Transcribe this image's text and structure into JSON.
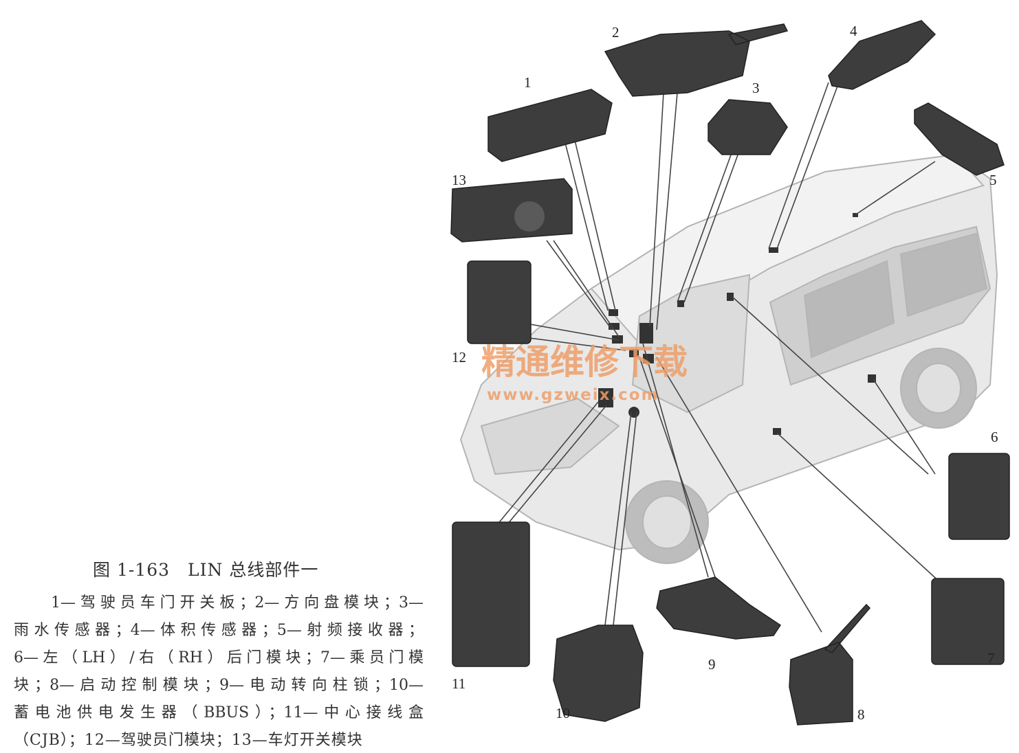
{
  "figure": {
    "title": "图 1-163　LIN 总线部件一",
    "caption_lines": [
      "1—驾驶员车门开关板；2—方向盘模块；3—",
      "雨水传感器；4—体积传感器；5—射频接收器；",
      "6—左（LH）/右（RH）后门模块；7—乘员门模",
      "块；8—启动控制模块；9—电动转向柱锁；10—",
      "蓄电池供电发生器（BBUS）；11—中心接线盒",
      "（CJB）；12—驾驶员门模块；13—车灯开关模块"
    ],
    "callouts": [
      "1",
      "2",
      "3",
      "4",
      "5",
      "6",
      "7",
      "8",
      "9",
      "10",
      "11",
      "12",
      "13"
    ]
  },
  "watermark": {
    "text": "精通维修下载",
    "url": "www.gzweix.com"
  }
}
